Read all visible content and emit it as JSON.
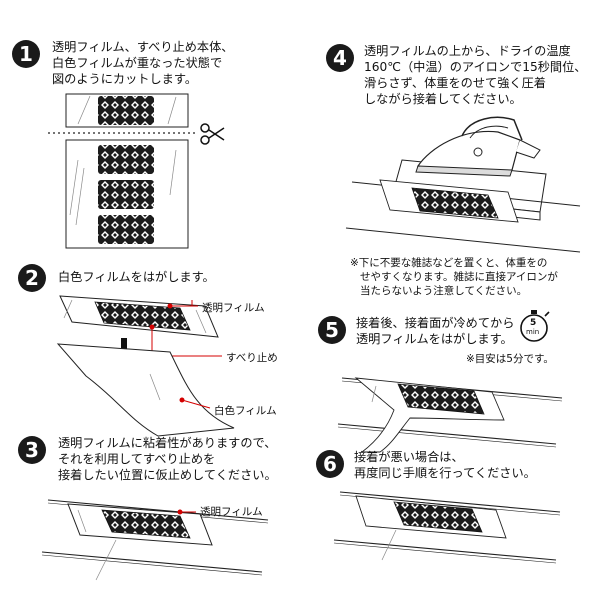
{
  "steps": [
    {
      "num": "1",
      "lines": [
        "透明フィルム、すべり止め本体、",
        "白色フィルムが重なった状態で",
        "図のようにカットします。"
      ]
    },
    {
      "num": "2",
      "lines": [
        "白色フィルムをはがします。"
      ],
      "labels": {
        "clear": "透明フィルム",
        "antislip": "すべり止め",
        "white": "白色フィルム"
      }
    },
    {
      "num": "3",
      "lines": [
        "透明フィルムに粘着性がありますので、",
        "それを利用してすべり止めを",
        "接着したい位置に仮止めしてください。"
      ],
      "labels": {
        "clear": "透明フィルム"
      }
    },
    {
      "num": "4",
      "lines": [
        "透明フィルムの上から、ドライの温度",
        "160℃（中温）のアイロンで15秒間位、",
        "滑らさず、体重をのせて強く圧着",
        "しながら接着してください。"
      ],
      "notes": [
        "※下に不要な雑誌などを置くと、体重をの",
        "せやすくなります。雑誌に直接アイロンが",
        "当たらないよう注意してください。"
      ]
    },
    {
      "num": "5",
      "lines": [
        "接着後、接着面が冷めてから",
        "透明フィルムをはがします。"
      ],
      "note": "※目安は5分です。",
      "timer": {
        "value": "5",
        "unit": "min"
      }
    },
    {
      "num": "6",
      "lines": [
        "接着が悪い場合は、",
        "再度同じ手順を行ってください。"
      ]
    }
  ]
}
